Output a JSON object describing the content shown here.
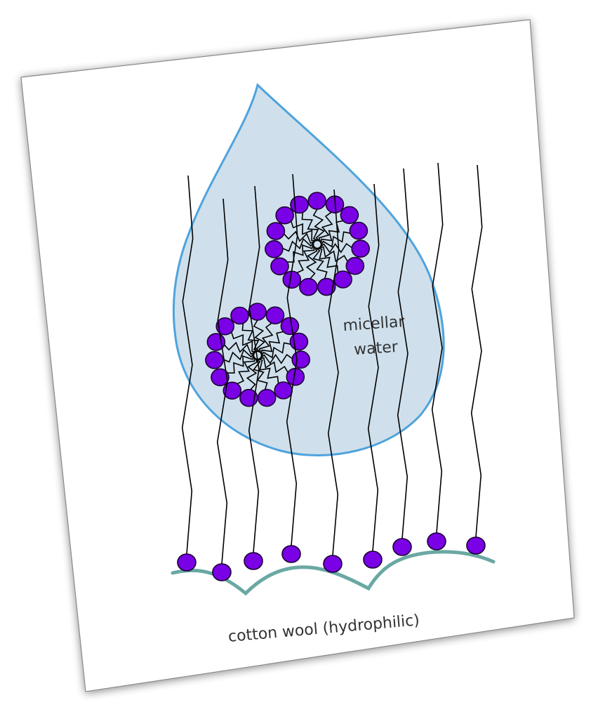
{
  "labels": {
    "micellar_line1": "micellar",
    "micellar_line2": "water",
    "cotton": "cotton wool (hydrophilic)"
  },
  "colors": {
    "page_background": "#ffffff",
    "card_fill": "#ffffff",
    "card_border": "#888888",
    "drop_fill": "#cfe0ec",
    "drop_stroke": "#4ea3dd",
    "head_fill": "#7a00e6",
    "head_stroke": "#1a0033",
    "tail_stroke": "#000000",
    "surface_stroke": "#6aa8a3",
    "text": "#333333"
  },
  "micelle_count": 2,
  "surfactant_molecules_on_surface": 9
}
